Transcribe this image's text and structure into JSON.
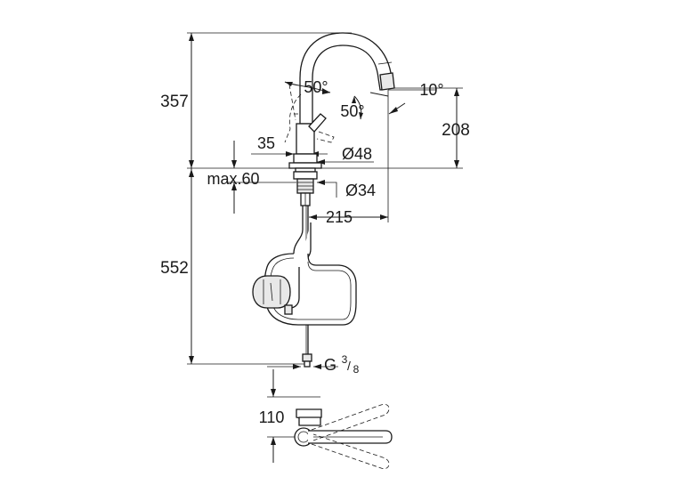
{
  "dimensions": {
    "overall_height_above": "357",
    "swivel_angle_left": "50°",
    "swivel_angle_right": "50°",
    "spout_tilt": "10°",
    "spout_height": "208",
    "lever_offset": "35",
    "base_diameter": "Ø48",
    "max_deck_thickness": "max.60",
    "hole_diameter": "Ø34",
    "spout_reach": "215",
    "below_deck_length": "552",
    "connection_thread_prefix": "G",
    "connection_thread_num": "3",
    "connection_thread_den": "8",
    "plan_offset": "110"
  }
}
